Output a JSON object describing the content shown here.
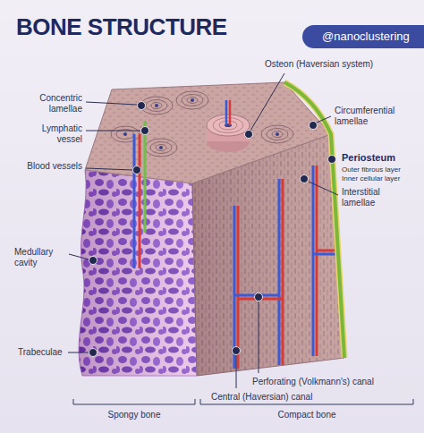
{
  "diagram": {
    "title": "BONE STRUCTURE",
    "nodes": [
      {
        "text": [
          "@nanoclustering"
        ]
      }
    ],
    "labels": [
      "Osteon (Haversian system)",
      "Concentric lamellae",
      "Circumferential lamellae",
      "Lymphatic vessel",
      "Periosteum",
      "Outer fibrous layer",
      "Inner cellular layer",
      "Blood vessels",
      "Interstitial lamellae",
      "Medullary cavity",
      "Trabeculae",
      "Perforating (Volkmann's) canal",
      "Central (Haversian) canal",
      "Spongy bone",
      "Compact bone"
    ]
  }
}
